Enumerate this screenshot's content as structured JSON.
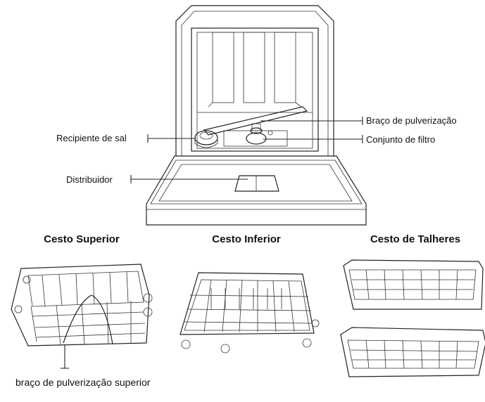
{
  "dishwasher": {
    "labels": {
      "spray_arm": "Braço de pulverização",
      "salt_container": "Recipiente de sal",
      "filter_assembly": "Conjunto de filtro",
      "dispenser": "Distribuidor"
    }
  },
  "baskets": {
    "upper": {
      "title": "Cesto Superior",
      "callout": "braço de pulverização superior"
    },
    "lower": {
      "title": "Cesto Inferior"
    },
    "cutlery": {
      "title": "Cesto de Talheres"
    }
  }
}
